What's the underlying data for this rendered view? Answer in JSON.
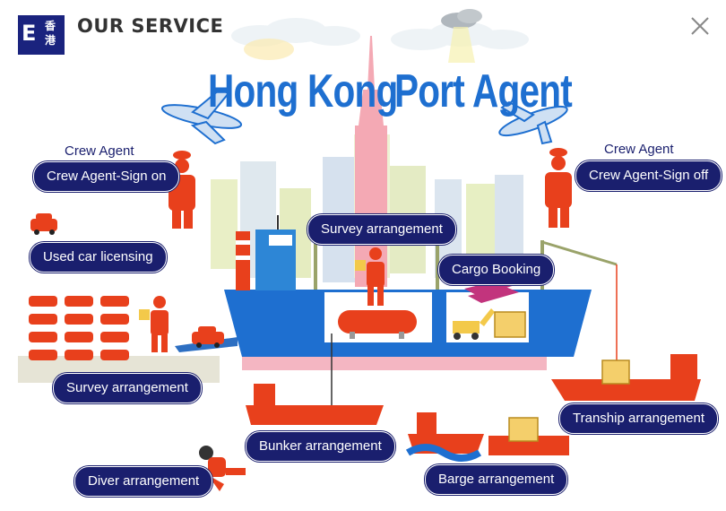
{
  "header": {
    "logo_glyph": "E",
    "logo_chinese": "香港",
    "title": "OUR SERVICE",
    "close_icon": "close-icon"
  },
  "illustration": {
    "title_left": "Hong Kong",
    "title_right": "Port Agent"
  },
  "services": {
    "crew_agent_left_heading": "Crew Agent",
    "crew_sign_on": "Crew Agent-Sign on",
    "crew_agent_right_heading": "Crew Agent",
    "crew_sign_off": "Crew Agent-Sign off",
    "used_car": "Used car licensing",
    "survey_top": "Survey arrangement",
    "cargo_booking": "Cargo Booking",
    "survey_bottom": "Survey arrangement",
    "tranship": "Tranship arrangement",
    "bunker": "Bunker arrangement",
    "barge": "Barge arrangement",
    "diver": "Diver arrangement"
  },
  "colors": {
    "navy": "#1a1f6e",
    "title_blue": "#1e6fd0",
    "ship_blue": "#1e6fd0",
    "ship_red": "#e8401c",
    "hull_pink": "#f4b6c2"
  }
}
